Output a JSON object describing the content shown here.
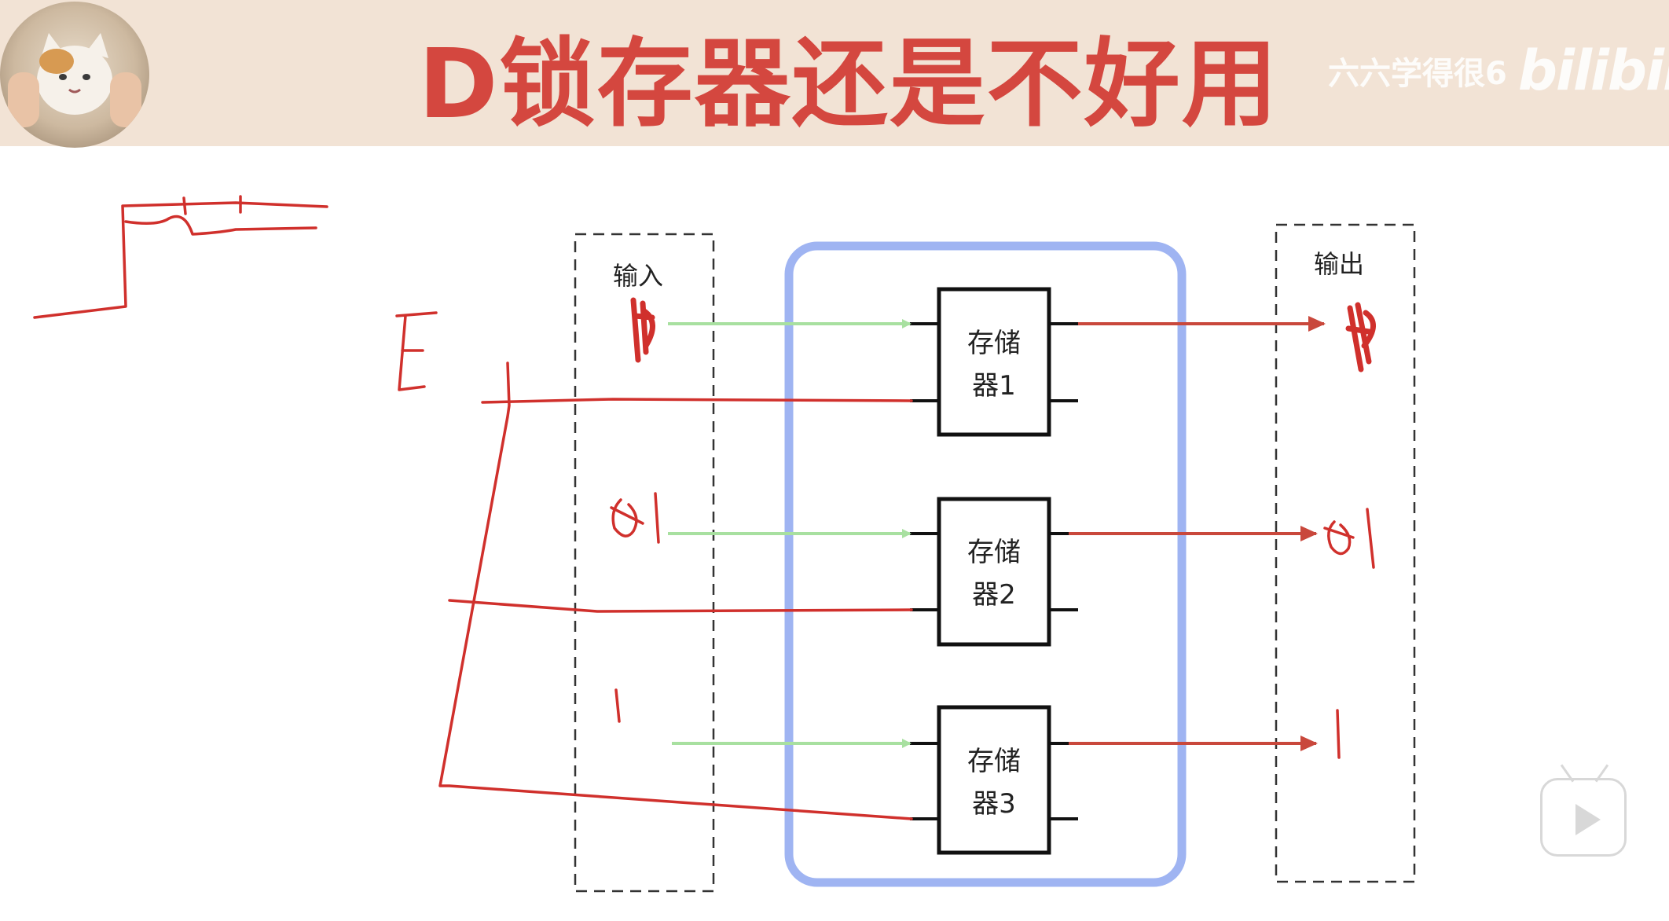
{
  "header": {
    "title": "D锁存器还是不好用",
    "watermark_text": "六六学得很6",
    "watermark_brand": "bilibili"
  },
  "diagram": {
    "input_label": "输入",
    "output_label": "输出",
    "registers": [
      {
        "line1": "存储",
        "line2": "器1"
      },
      {
        "line1": "存储",
        "line2": "器2"
      },
      {
        "line1": "存储",
        "line2": "器3"
      }
    ],
    "handwritten": {
      "enable_label": "E",
      "inputs": [
        "0",
        "01",
        "1"
      ],
      "outputs": [
        "0",
        "01",
        "1"
      ]
    }
  },
  "colors": {
    "title": "#d4473f",
    "header_bg": "#f2e3d5",
    "container_border": "#9fb4f2",
    "input_arrow": "#a8e0a0",
    "output_arrow": "#c9483c",
    "handwriting": "#d0302c"
  },
  "icons": {
    "avatar": "cat-avatar",
    "player": "bilibili-tv-icon"
  }
}
